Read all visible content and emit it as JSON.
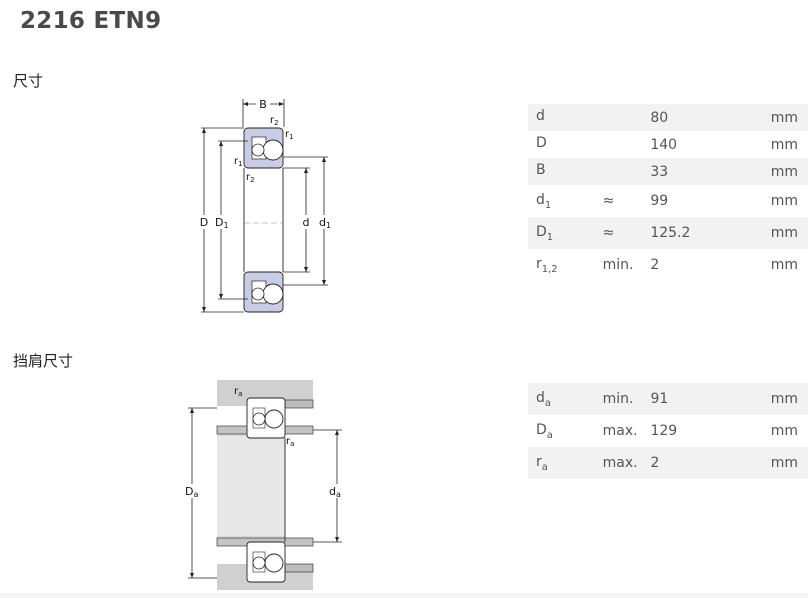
{
  "title": "2216 ETN9",
  "sections": {
    "dimensions": "尺寸",
    "abutment": "挡肩尺寸"
  },
  "dimensions_table": [
    {
      "sym": "d",
      "sub": "",
      "q": "",
      "val": "80",
      "unit": "mm"
    },
    {
      "sym": "D",
      "sub": "",
      "q": "",
      "val": "140",
      "unit": "mm"
    },
    {
      "sym": "B",
      "sub": "",
      "q": "",
      "val": "33",
      "unit": "mm"
    },
    {
      "sym": "d",
      "sub": "1",
      "q": "≈",
      "val": "99",
      "unit": "mm"
    },
    {
      "sym": "D",
      "sub": "1",
      "q": "≈",
      "val": "125.2",
      "unit": "mm"
    },
    {
      "sym": "r",
      "sub": "1,2",
      "q": "min.",
      "val": "2",
      "unit": "mm"
    }
  ],
  "abutment_table": [
    {
      "sym": "d",
      "sub": "a",
      "q": "min.",
      "val": "91",
      "unit": "mm"
    },
    {
      "sym": "D",
      "sub": "a",
      "q": "max.",
      "val": "129",
      "unit": "mm"
    },
    {
      "sym": "r",
      "sub": "a",
      "q": "max.",
      "val": "2",
      "unit": "mm"
    }
  ],
  "diagram1": {
    "B": "B",
    "D": "D",
    "D1": "D",
    "D1_sub": "1",
    "d": "d",
    "d1": "d",
    "d1_sub": "1",
    "r1": "r",
    "r1_sub": "1",
    "r2": "r",
    "r2_sub": "2"
  },
  "diagram2": {
    "Da": "D",
    "Da_sub": "a",
    "da": "d",
    "da_sub": "a",
    "ra": "r",
    "ra_sub": "a"
  },
  "colors": {
    "ring_fill": "#c9cce6",
    "housing_fill": "#d0d0d0",
    "row_stripe": "#f2f2f2"
  }
}
